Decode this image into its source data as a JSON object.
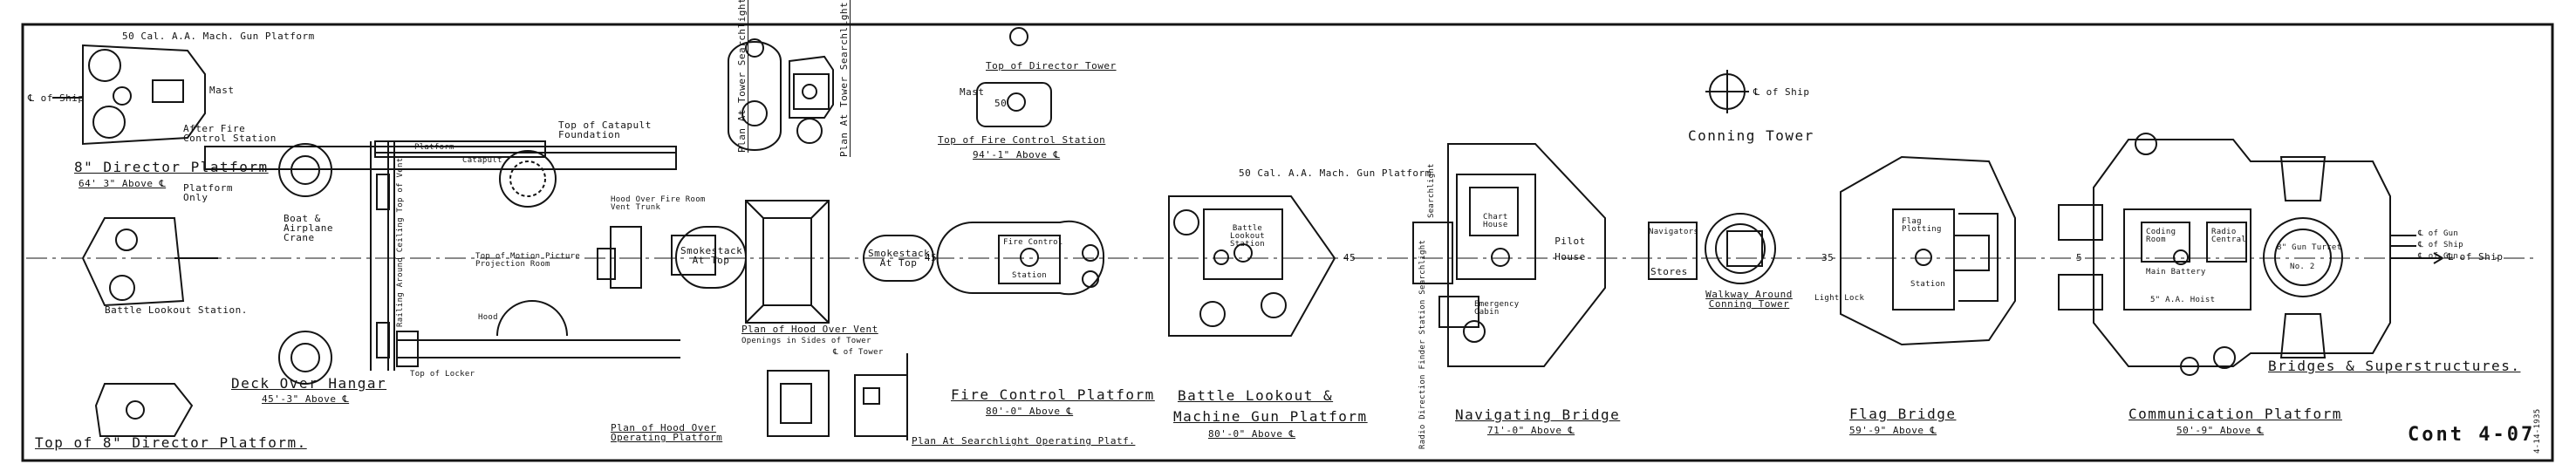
{
  "sheet": {
    "title": "Bridges & Superstructures.",
    "drawing_no": "Cont 4-07",
    "margin_note": "4-14-1935"
  },
  "director": {
    "aa_platform": "50 Cal. A.A. Mach. Gun Platform",
    "cl_ship": "℄ of Ship",
    "mast": "Mast",
    "after_fire_control": "After Fire Control Station",
    "platform_title": "8\" Director Platform",
    "platform_height": "64' 3\" Above ℄",
    "platform_only": "Platform Only",
    "boat_crane": "Boat & Airplane Crane",
    "battle_lookout": "Battle Lookout Station.",
    "top_of_8_director": "Top of 8\" Director Platform."
  },
  "midships": {
    "platform": "Platform",
    "catapult": "Catapult",
    "top_catapult_foundation": "Top of Catapult Foundation",
    "hood_fire_room": "Hood Over Fire Room Vent Trunk",
    "motion_picture": "Top of Motion Picture Projection Room",
    "smokestack_top_1": "Smokestack At Top",
    "smokestack_top_2": "Smokestack At Top",
    "railing": "Railing Around Ceiling Top of Vent",
    "hood": "Hood",
    "top_of_locker": "Top of Locker",
    "deck_over_hangar": "Deck Over Hangar",
    "hangar_height": "45'-3\" Above ℄",
    "plan_hood_vent": "Plan of Hood Over Vent",
    "openings": "Openings in Sides of Tower",
    "cl_tower": "℄ of Tower",
    "plan_hood_operating": "Plan of Hood Over Operating Platform",
    "plan_searchlight_operating": "Plan At Searchlight Operating Platf.",
    "plan_at_tower_1": "Plan At Tower Searchlight Platform",
    "plan_at_tower_2": "Plan At Tower Searchlight Platform"
  },
  "fire_control": {
    "top_of_director_tower": "Top of Director Tower",
    "top_of_station": "Top of Fire Control Station",
    "station_height": "94'-1\" Above ℄",
    "fire_control_label": "Fire Control",
    "station": "Station",
    "platform_title": "Fire Control Platform",
    "platform_height": "80'-0\" Above ℄",
    "mast": "Mast",
    "dim_50": "50",
    "dim_45": "45"
  },
  "battle_lookout": {
    "aa_platform": "50 Cal. A.A. Mach. Gun Platform",
    "label_station": "Battle Lookout Station",
    "title_1": "Battle Lookout &",
    "title_2": "Machine Gun Platform",
    "height": "80'-0\" Above ℄",
    "dim_45": "45"
  },
  "navigating_bridge": {
    "searchlight": "Searchlight",
    "chart_house": "Chart House",
    "pilot_house": "Pilot House",
    "emergency_cabin": "Emergency Cabin",
    "radio": "Radio Direction Finder Station Searchlight",
    "title": "Navigating Bridge",
    "height": "71'-0\" Above ℄"
  },
  "conning_tower": {
    "title": "Conning Tower",
    "cl_ship": "℄ of Ship",
    "navigators": "Navigators",
    "stores": "Stores",
    "walkway": "Walkway Around Conning Tower"
  },
  "flag_bridge": {
    "flag_plotting": "Flag Plotting",
    "station": "Station",
    "light_lock": "Light Lock",
    "title": "Flag Bridge",
    "height": "59'-9\" Above ℄",
    "dim_35": "35"
  },
  "communication": {
    "coding_room": "Coding Room",
    "radio_central": "Radio Central",
    "main_battery": "Main Battery",
    "aa_hoist": "5\" A.A. Hoist",
    "gun_turret": "8\" Gun Turret",
    "turret_no": "No. 2",
    "cl_gun_1": "℄ of Gun",
    "cl_ship_1": "℄ of Ship",
    "cl_gun_2": "℄ of Gun",
    "cl_ship_2": "℄ of Ship",
    "title": "Communication Platform",
    "height": "50'-9\" Above ℄",
    "dim_5": "5"
  },
  "colors": {
    "ink": "#141414",
    "paper": "#ffffff"
  }
}
